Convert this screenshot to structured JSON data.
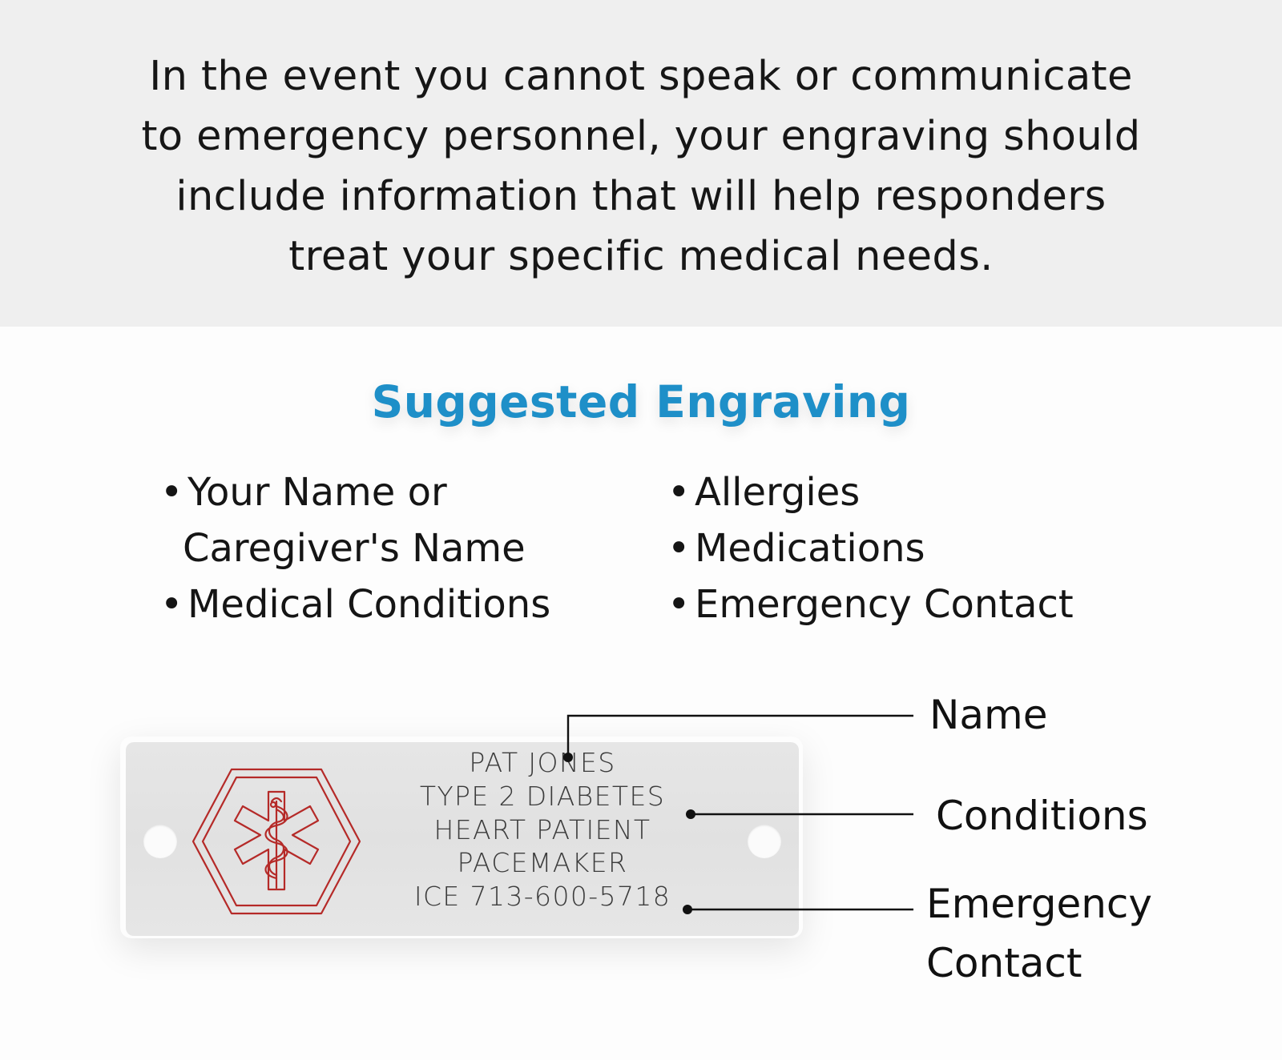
{
  "intro": {
    "lines": [
      "In the event you cannot speak or communicate",
      "to emergency personnel, your engraving should",
      "include information that will help responders",
      "treat your specific medical needs."
    ]
  },
  "heading": "Suggested Engraving",
  "suggestions": {
    "bullet": "•",
    "left": {
      "item1_line1": "Your Name or",
      "item1_line2": "Caregiver's Name",
      "item2": "Medical Conditions"
    },
    "right": {
      "item1": "Allergies",
      "item2": "Medications",
      "item3": "Emergency Contact"
    }
  },
  "tag": {
    "emblem_icon": "star-of-life-icon",
    "emblem_color": "#b52a28",
    "engraving_lines": [
      "PAT JONES",
      "TYPE 2 DIABETES",
      "HEART PATIENT",
      "PACEMAKER",
      "ICE 713-600-5718"
    ]
  },
  "callouts": {
    "name": "Name",
    "conditions": "Conditions",
    "emergency_line1": "Emergency",
    "emergency_line2": "Contact"
  },
  "colors": {
    "heading": "#1e8fc8",
    "intro_background": "#efefef",
    "page_background": "#fdfdfd"
  }
}
